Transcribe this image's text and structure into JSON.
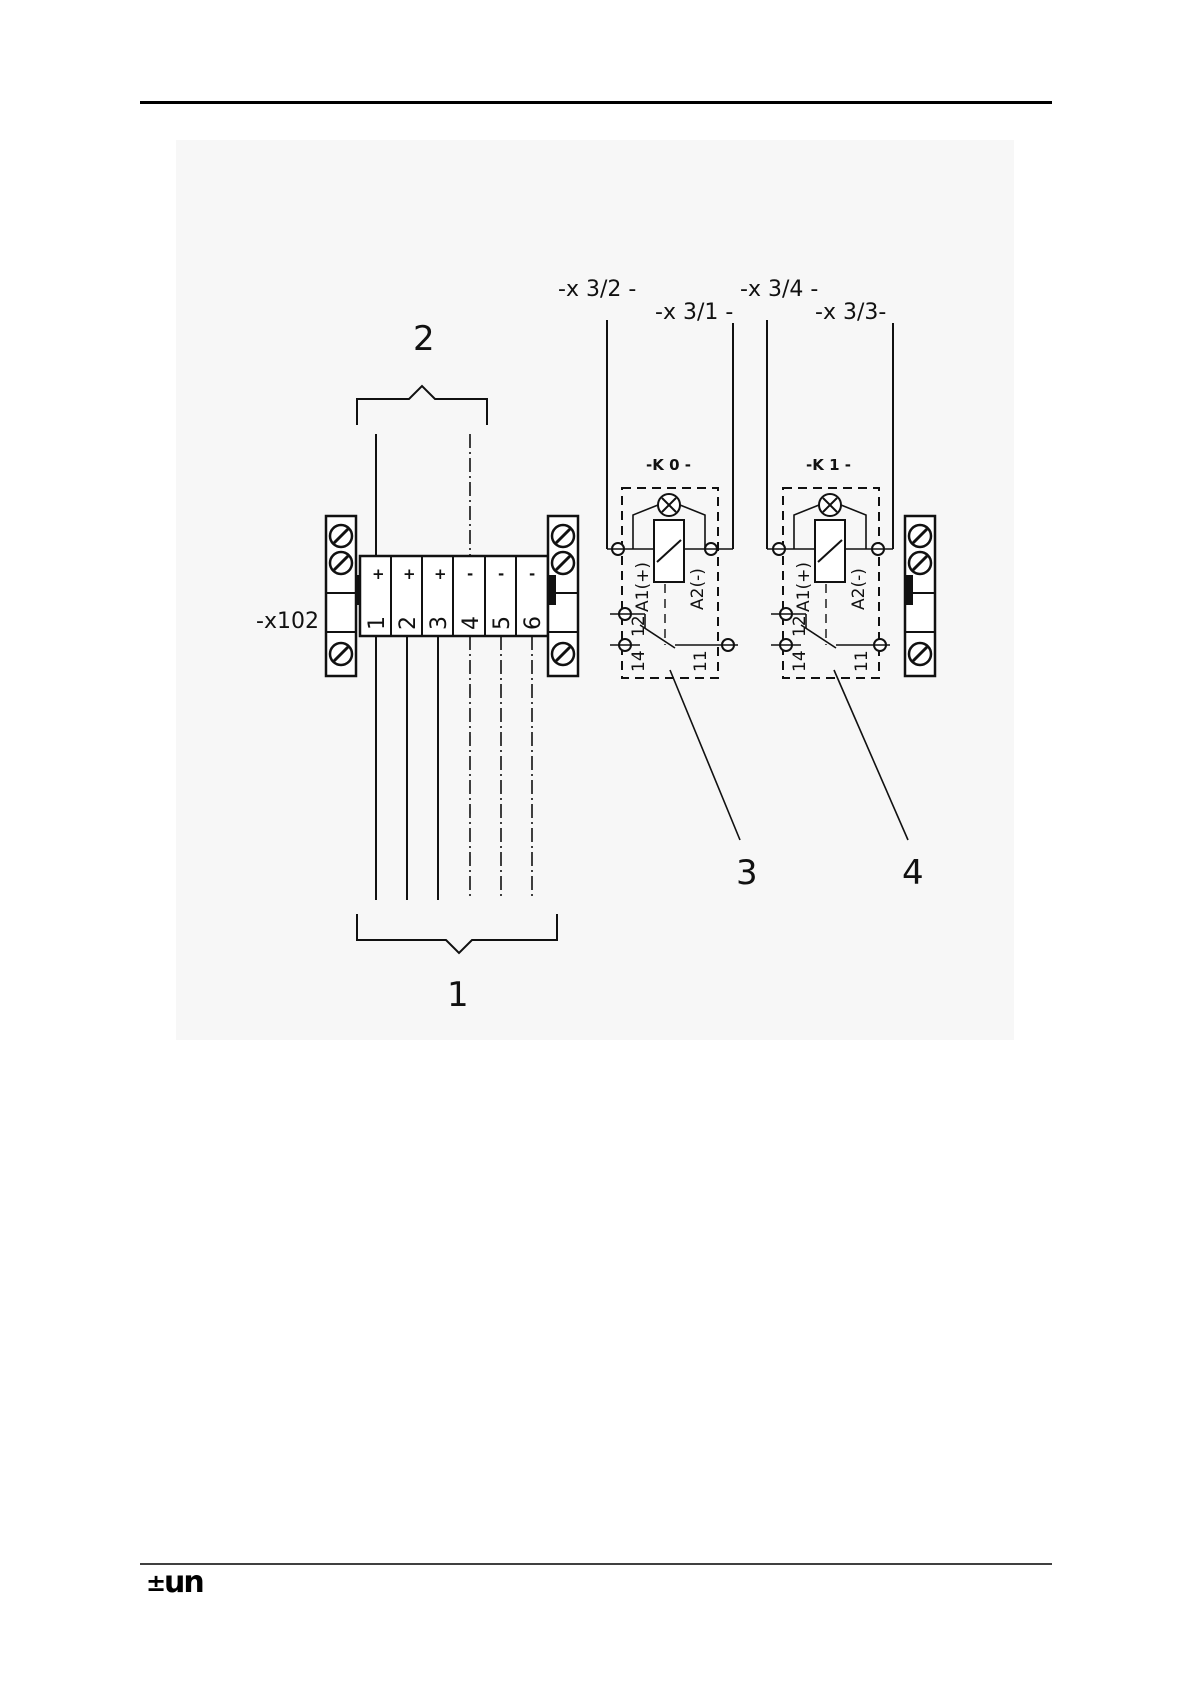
{
  "labels": {
    "x3_2": "-x 3/2 -",
    "x3_1": "-x 3/1 -",
    "x3_4": "-x 3/4 -",
    "x3_3": "-x 3/3-",
    "k0": "-K 0 -",
    "k1": "-K 1 -",
    "x102": "-x102",
    "callout_1": "1",
    "callout_2": "2",
    "callout_3": "3",
    "callout_4": "4"
  },
  "terminal_block": {
    "numbers": [
      "1",
      "2",
      "3",
      "4",
      "5",
      "6"
    ],
    "polarity": [
      "+",
      "+",
      "+",
      "-",
      "-",
      "-"
    ]
  },
  "relay_terminals": {
    "a1": "A1(+)",
    "a2": "A2(-)",
    "t12": "12",
    "t14": "14",
    "t11": "11"
  },
  "footer": {
    "logo_symbol": "±",
    "logo_text": "un"
  }
}
